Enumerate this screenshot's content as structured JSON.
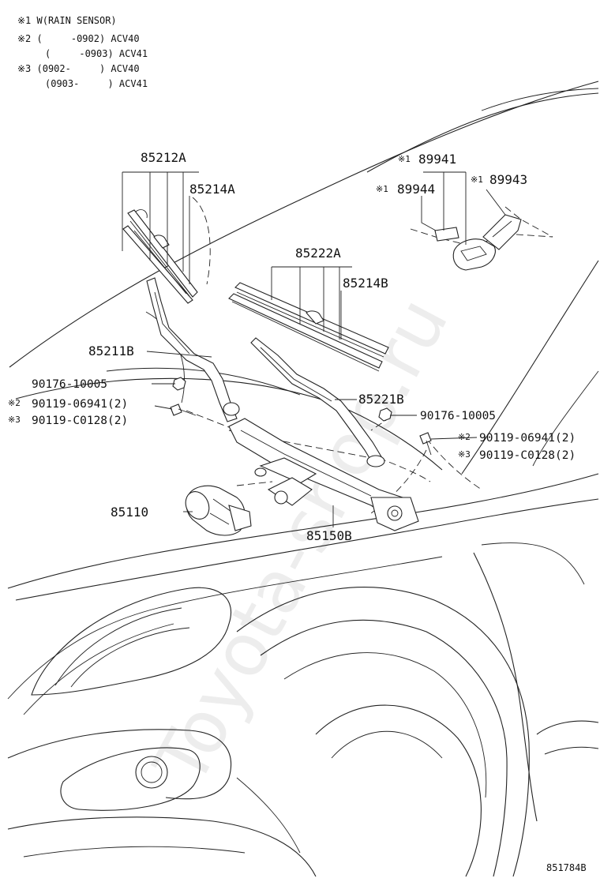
{
  "legend": {
    "l1": "※1 W(RAIN SENSOR)",
    "l2": "※2 (     -0902) ACV40",
    "l3": "(     -0903) ACV41",
    "l4": "※3 (0902-     ) ACV40",
    "l5": "(0903-     ) ACV41"
  },
  "parts": {
    "p85212A": "85212A",
    "p85214A": "85214A",
    "p85222A": "85222A",
    "p85214B": "85214B",
    "p85211B": "85211B",
    "p85221B": "85221B",
    "p85110": "85110",
    "p85150B": "85150B",
    "p89941": "89941",
    "p89944": "89944",
    "p89943": "89943",
    "p9017610005a": "90176-10005",
    "p9017610005b": "90176-10005",
    "p9011906941a": "90119-06941(2)",
    "p90119C0128a": "90119-C0128(2)",
    "p9011906941b": "90119-06941(2)",
    "p90119C0128b": "90119-C0128(2)"
  },
  "marks": {
    "m1": "※1",
    "m2": "※2",
    "m3": "※3"
  },
  "diagram_code": "851784B",
  "watermark": "Toyota-shop.ru"
}
